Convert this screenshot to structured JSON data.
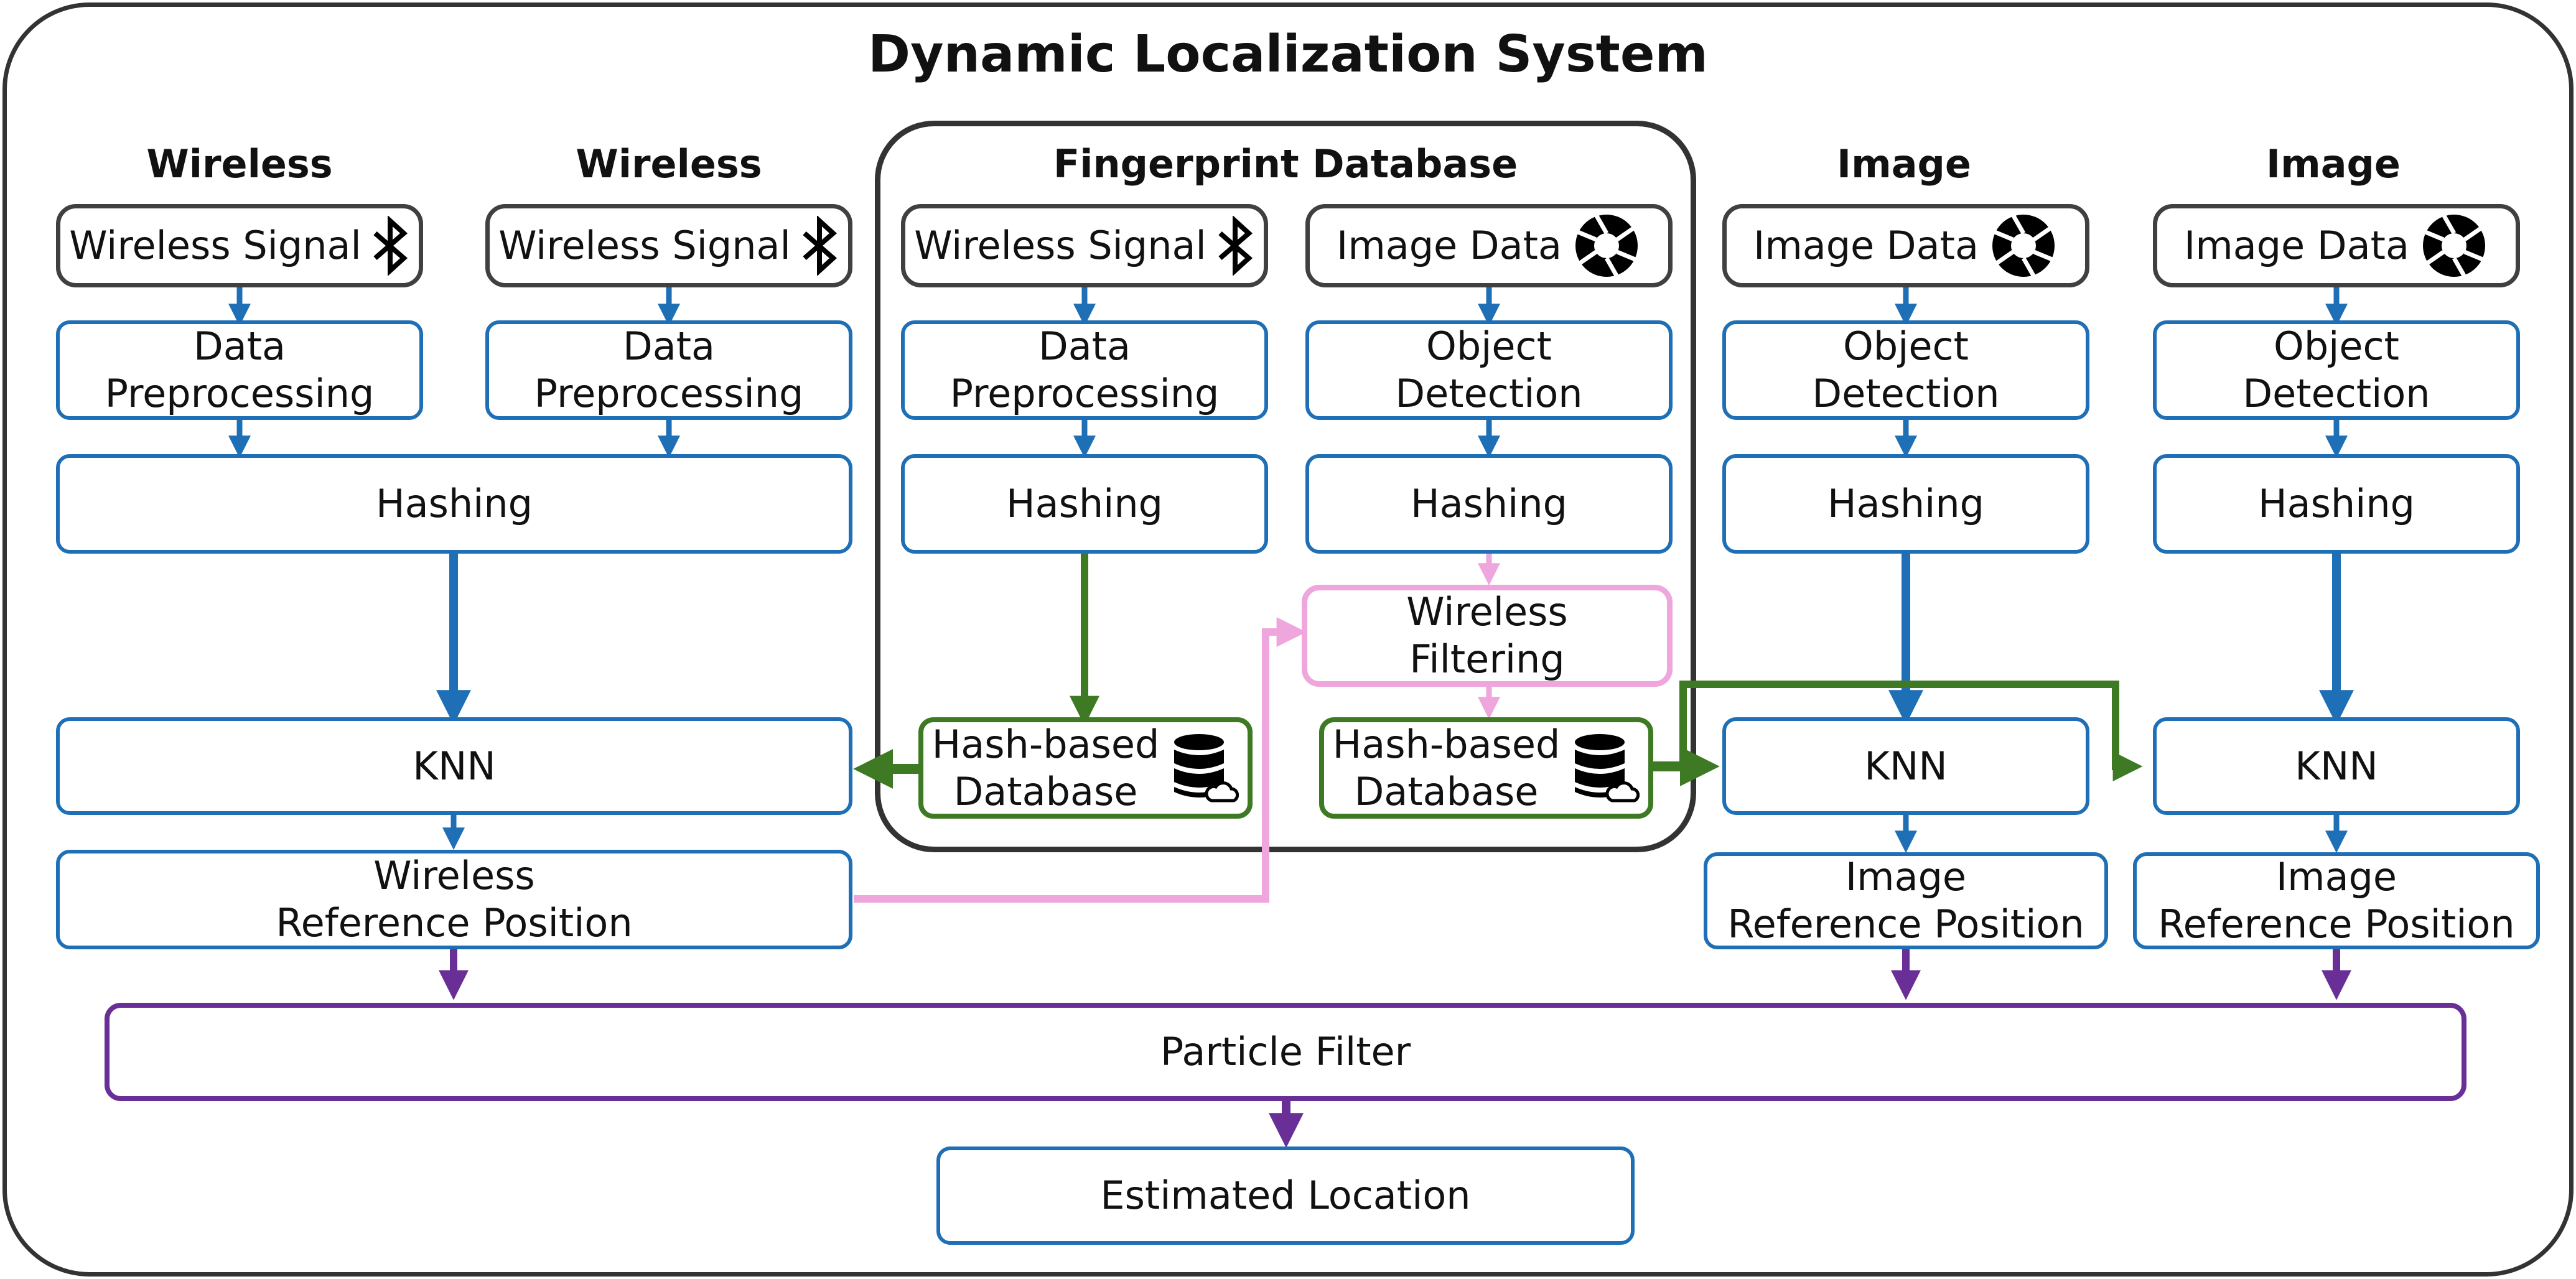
{
  "title": "Dynamic Localization System",
  "headers": {
    "wireless_1": "Wireless",
    "wireless_2": "Wireless",
    "fingerprint": "Fingerprint Database",
    "image_1": "Image",
    "image_2": "Image"
  },
  "wireless_1": {
    "signal": "Wireless Signal",
    "preprocessing": [
      "Data",
      "Preprocessing"
    ]
  },
  "wireless_2": {
    "signal": "Wireless Signal",
    "preprocessing": [
      "Data",
      "Preprocessing"
    ]
  },
  "wireless_shared": {
    "hashing": "Hashing",
    "knn": "KNN",
    "reference_position": [
      "Wireless",
      "Reference Position"
    ]
  },
  "fingerprint": {
    "wireless": {
      "signal": "Wireless Signal",
      "preprocessing": [
        "Data",
        "Preprocessing"
      ],
      "hashing": "Hashing",
      "database": [
        "Hash-based",
        "Database"
      ]
    },
    "image": {
      "data": "Image Data",
      "detection": [
        "Object",
        "Detection"
      ],
      "hashing": "Hashing",
      "filtering": [
        "Wireless",
        "Filtering"
      ],
      "database": [
        "Hash-based",
        "Database"
      ]
    }
  },
  "image_1": {
    "data": "Image Data",
    "detection": [
      "Object",
      "Detection"
    ],
    "hashing": "Hashing",
    "knn": "KNN",
    "reference_position": [
      "Image",
      "Reference Position"
    ]
  },
  "image_2": {
    "data": "Image Data",
    "detection": [
      "Object",
      "Detection"
    ],
    "hashing": "Hashing",
    "knn": "KNN",
    "reference_position": [
      "Image",
      "Reference Position"
    ]
  },
  "fusion": {
    "particle_filter": "Particle Filter",
    "estimated_location": "Estimated Location"
  },
  "icons": {
    "wireless_signal": "bluetooth-icon",
    "image_data": "camera-aperture-icon",
    "database": "cloud-database-icon"
  },
  "colors": {
    "processing_border": "#1f6fb6",
    "database_flow": "#3e7a23",
    "wireless_filter_flow": "#eea6dc",
    "fusion_flow": "#6a2f96",
    "frame": "#333333"
  }
}
